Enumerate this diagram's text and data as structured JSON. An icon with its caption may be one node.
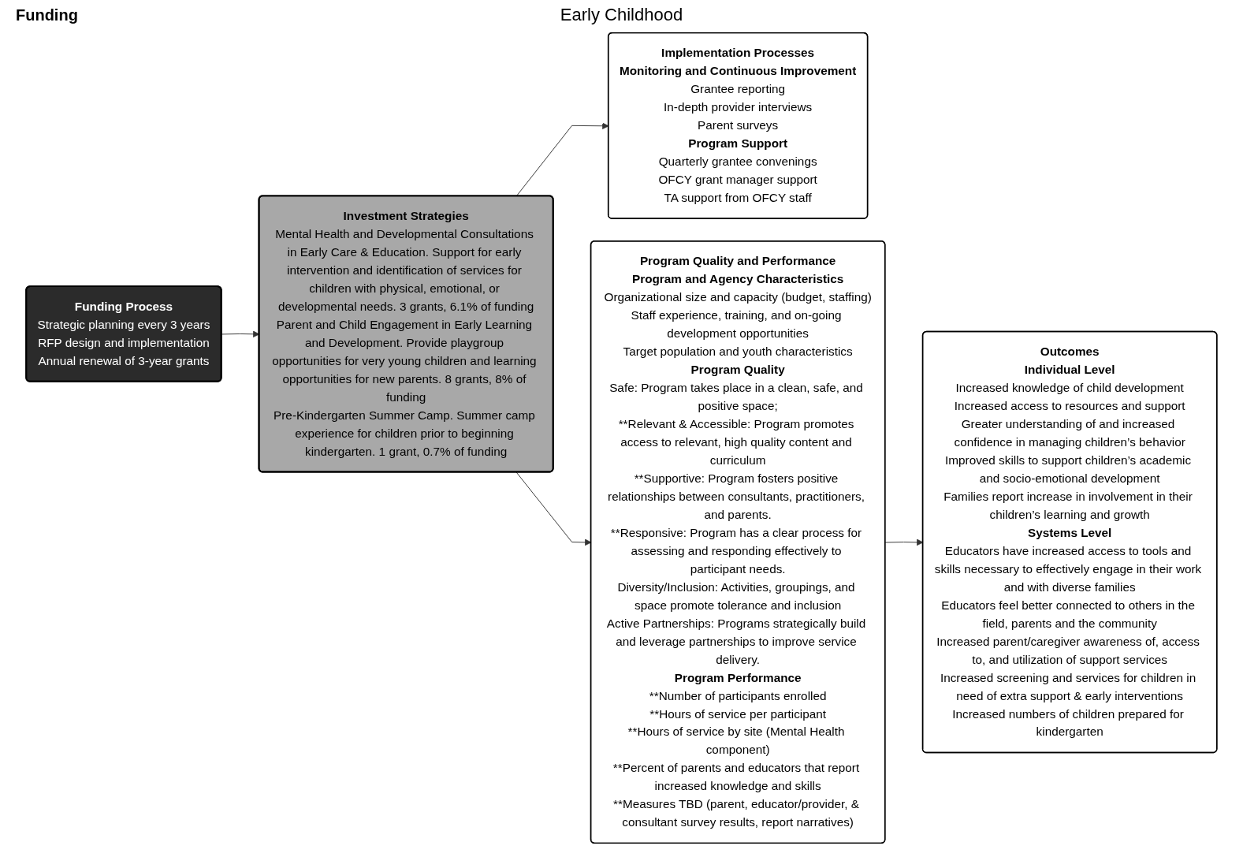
{
  "diagram": {
    "title": "Early Childhood",
    "nodes": [
      {
        "text": [
          "Funding Process",
          "Strategic planning every 3 years",
          "RFP design and implementation",
          "Annual renewal of 3-year grants"
        ]
      },
      {
        "text": [
          "Investment Strategies",
          "Mental Health and Developmental Consultations in Early Care & Education. Support for early intervention and identification of services for children with physical, emotional, or developmental needs. 3 grants, 6.1% of funding",
          "Parent and Child Engagement in Early Learning and Development. Provide playgroup opportunities for very young children and learning opportunities for new parents. 8 grants, 8% of funding",
          "Pre-Kindergarten Summer Camp. Summer camp experience for children prior to beginning kindergarten. 1 grant, 0.7% of funding"
        ]
      },
      {
        "text": [
          "Implementation Processes",
          "Monitoring and Continuous Improvement",
          "Grantee reporting",
          "In-depth provider interviews",
          "Parent surveys",
          "Program Support",
          "Quarterly grantee convenings",
          "OFCY grant manager support",
          "TA support from OFCY staff"
        ]
      },
      {
        "text": [
          "Program Quality and Performance",
          "Program and Agency Characteristics",
          "Organizational size and capacity (budget, staffing)",
          "Staff experience, training, and on-going development opportunities",
          "Target population and youth characteristics",
          "Program Quality",
          "Safe: Program takes place in a clean, safe, and positive space;",
          "**Relevant & Accessible: Program promotes access to relevant, high quality content and curriculum",
          "**Supportive: Program fosters positive relationships between consultants, practitioners, and parents.",
          "**Responsive: Program has a clear process for assessing and responding effectively to participant needs.",
          "Diversity/Inclusion: Activities, groupings, and space promote tolerance and inclusion",
          "Active Partnerships: Programs strategically build and leverage partnerships to improve service delivery.",
          "Program Performance",
          "**Number of participants enrolled",
          "**Hours of service per participant",
          "**Hours of service by site (Mental Health component)",
          "**Percent of parents and educators that report increased knowledge and skills",
          "**Measures TBD (parent, educator/provider, & consultant survey results, report narratives)"
        ]
      },
      {
        "text": [
          "Outcomes",
          "Individual Level",
          "Increased knowledge of child development",
          "Increased access to resources and support",
          "Greater understanding of and increased confidence in managing children’s behavior",
          "Improved skills to support children’s academic and socio-emotional development",
          "Families report increase in involvement in their children’s learning and growth",
          "Systems Level",
          "Educators have increased access to tools and skills necessary to effectively engage in their work and with diverse families",
          "Educators feel better connected to others in the field, parents and the community",
          "Increased parent/caregiver awareness of, access to, and utilization of support services",
          "Increased screening and services for children in need of extra support & early interventions",
          "Increased numbers of children prepared for kindergarten"
        ]
      }
    ],
    "edges": [
      {
        "from": 0,
        "to": 1,
        "arrow": "to"
      },
      {
        "from": 1,
        "to": 2,
        "arrow": "to"
      },
      {
        "from": 1,
        "to": 3,
        "arrow": "to"
      },
      {
        "from": 3,
        "to": 4,
        "arrow": "to"
      }
    ],
    "labels": [
      "Funding"
    ]
  }
}
